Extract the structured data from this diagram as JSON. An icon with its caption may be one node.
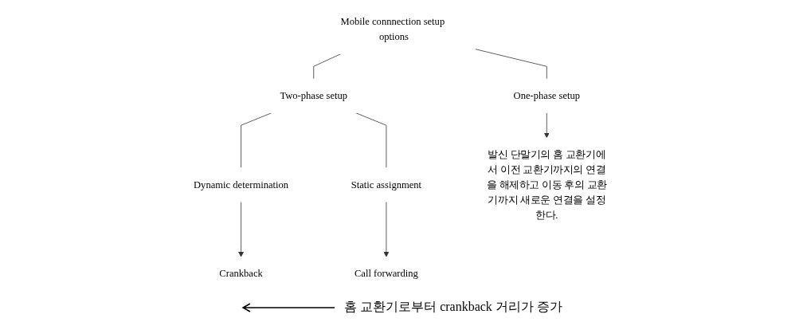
{
  "diagram": {
    "nodes": [
      {
        "text": [
          "Mobile connnection setup options"
        ]
      },
      {
        "text": [
          "One-phase setup"
        ]
      },
      {
        "text": [
          "Two-phase setup"
        ]
      },
      {
        "text": [
          "Dynamic determination"
        ]
      },
      {
        "text": [
          "Static assignment"
        ]
      },
      {
        "text": [
          "발신 단말기의 홈 교환기에서 이전 교환기까지의 연결을 해제하고 이동 후의 교환기까지 새로운 연결을 설정한다."
        ]
      },
      {
        "text": [
          "Crankback"
        ]
      },
      {
        "text": [
          "Call forwarding"
        ]
      }
    ],
    "edges": [
      {
        "from": 0,
        "to": 1,
        "arrow": "none"
      },
      {
        "from": 0,
        "to": 2,
        "arrow": "none"
      },
      {
        "from": 2,
        "to": 3,
        "arrow": "none"
      },
      {
        "from": 2,
        "to": 4,
        "arrow": "none"
      },
      {
        "from": 1,
        "to": 5,
        "arrow": "to"
      },
      {
        "from": 3,
        "to": 6,
        "arrow": "to"
      },
      {
        "from": 4,
        "to": 7,
        "arrow": "to"
      }
    ],
    "labels": [
      "홈 교환기로부터 crankback 거리가 증가"
    ]
  }
}
